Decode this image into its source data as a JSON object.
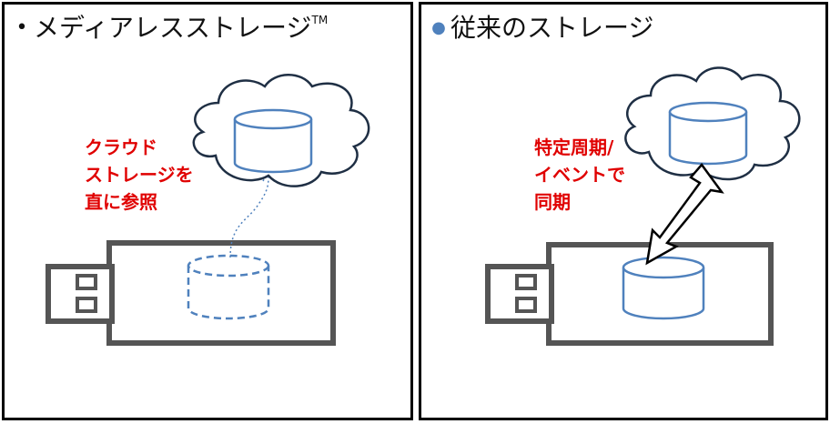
{
  "left_panel": {
    "heading": "メディアレスストレージ",
    "trademark": "TM",
    "note_lines": [
      "クラウド",
      "ストレージを",
      "直に参照"
    ],
    "icons": [
      "cloud-icon",
      "database-icon",
      "usb-drive-icon",
      "dashed-database-icon",
      "dotted-arrow-icon"
    ]
  },
  "right_panel": {
    "heading": "従来のストレージ",
    "note_lines": [
      "特定周期/",
      "イベントで",
      "同期"
    ],
    "icons": [
      "cloud-icon",
      "database-icon",
      "usb-drive-icon",
      "database-icon",
      "double-arrow-icon"
    ]
  },
  "colors": {
    "note_text": "#e00000",
    "storage_blue": "#4f81bd",
    "frame": "#000000"
  }
}
